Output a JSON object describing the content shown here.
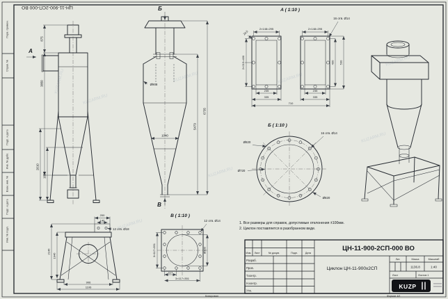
{
  "sheet": {
    "doc_number_rotated": "ЦН-11-900-2СП-000 ВО",
    "watermark": "KUZARM.RU",
    "copy_label": "Копировал",
    "format_label": "Формат А3"
  },
  "margin": {
    "perv": "Перв. примен.",
    "sprav": "Справ. №",
    "podp1": "Подп. и дата",
    "dubl": "Инв. № дубл.",
    "vzam": "Взам. инв. №",
    "podp2": "Подп. и дата",
    "podl": "Инв. № подл."
  },
  "front_view": {
    "label": "А",
    "d875": "875",
    "d3850": "3850",
    "d2010": "2010",
    "d1605": "1605"
  },
  "main_view": {
    "top_label": "Б",
    "bottom_label": "В",
    "dia": "Ø908",
    "h_total": "6735",
    "h_inner": "5479",
    "cone_w": "1040"
  },
  "section_a": {
    "title": "А ( 1:10 )",
    "pitch_top1": "2×148=295",
    "pitch_top2": "2×148=295",
    "holes": "16 отв. Ø14",
    "offset": "24,5",
    "pitch_left": "2×215=430",
    "right_inner": "430",
    "right_outer": "530",
    "open1": "235",
    "flange1": "335",
    "open2": "235",
    "flange2": "335",
    "total": "710"
  },
  "section_b": {
    "title": "Б ( 1:10 )",
    "holes": "16 отв. Ø14",
    "d_top": "Ø820",
    "d_mid": "Ø720",
    "d_bot": "Ø820"
  },
  "section_v": {
    "title": "В ( 1:10 )",
    "holes": "12 отв. Ø14",
    "pitch1": "117",
    "pitch2": "3×117=351",
    "pitch_left": "3×117=351",
    "opening": "Ø300"
  },
  "support_view": {
    "d200": "200",
    "d140": "140",
    "holes": "12 отв. Ø18",
    "h_outer": "2146",
    "h_inner": "1946",
    "w_inner": "906",
    "w_outer": "1106"
  },
  "notes": {
    "line1": "1. Все размеры для справок, допустимые отклонения ±100мм.",
    "line2": "2. Циклон поставляется в разобранном виде."
  },
  "title_block": {
    "col_izm": "Изм.",
    "col_list": "Лист",
    "col_doc": "№ докум.",
    "col_podp": "Подп.",
    "col_data": "Дата",
    "row_razrab": "Разраб.",
    "row_prov": "Пров.",
    "row_tkontr": "Т.контр.",
    "row_nkontr": "Н.контр.",
    "row_utv": "Утв.",
    "doc_number": "ЦН-11-900-2СП-000 ВО",
    "product": "Циклон ЦН-11-900х2СП",
    "lit_label": "Лит.",
    "mass_label": "Масса",
    "scale_label": "Масштаб",
    "mass_value": "1136.8",
    "scale_value": "1:40",
    "sheet_label": "Лист",
    "sheets_label": "Листов 1",
    "logo": "KUZP"
  }
}
